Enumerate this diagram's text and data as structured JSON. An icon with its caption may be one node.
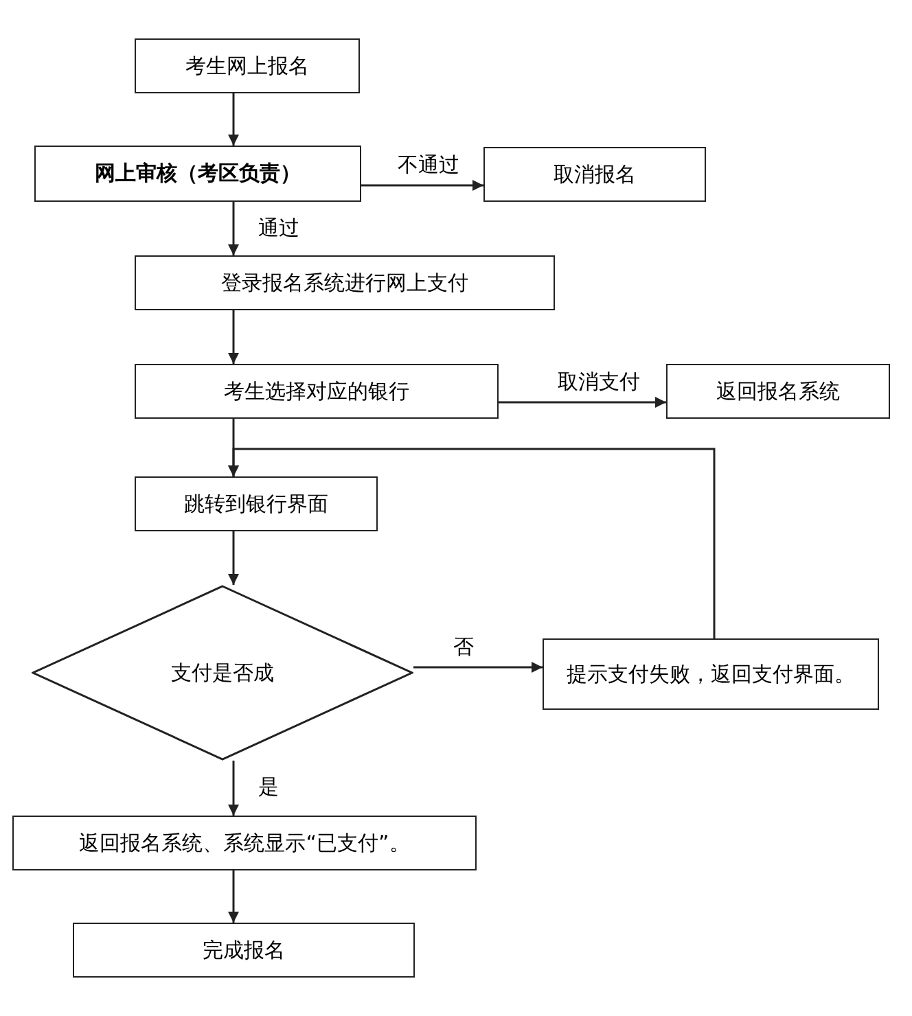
{
  "diagram": {
    "nodes": [
      {
        "text": [
          "考生网上报名"
        ]
      },
      {
        "text": [
          "网上审核（考区负责）"
        ]
      },
      {
        "text": [
          "取消报名"
        ]
      },
      {
        "text": [
          "登录报名系统进行网上支付"
        ]
      },
      {
        "text": [
          "考生选择对应的银行"
        ]
      },
      {
        "text": [
          "返回报名系统"
        ]
      },
      {
        "text": [
          "跳转到银行界面"
        ]
      },
      {
        "text": [
          "支付是否成"
        ]
      },
      {
        "text": [
          "提示支付失败，返回支付界面。"
        ]
      },
      {
        "text": [
          "返回报名系统、系统显示“已支付”。"
        ]
      },
      {
        "text": [
          "完成报名"
        ]
      }
    ],
    "edges": [
      {
        "from": 0,
        "to": 1,
        "arrow": "to"
      },
      {
        "from": 1,
        "to": 2,
        "arrow": "to",
        "label": "不通过"
      },
      {
        "from": 1,
        "to": 3,
        "arrow": "to",
        "label": "通过"
      },
      {
        "from": 3,
        "to": 4,
        "arrow": "to"
      },
      {
        "from": 4,
        "to": 5,
        "arrow": "to",
        "label": "取消支付"
      },
      {
        "from": 4,
        "to": 6,
        "arrow": "to"
      },
      {
        "from": 6,
        "to": 7,
        "arrow": "to"
      },
      {
        "from": 7,
        "to": 8,
        "arrow": "to",
        "label": "否"
      },
      {
        "from": 8,
        "to": 6,
        "arrow": "to"
      },
      {
        "from": 7,
        "to": 9,
        "arrow": "to",
        "label": "是"
      },
      {
        "from": 9,
        "to": 10,
        "arrow": "to"
      }
    ]
  }
}
